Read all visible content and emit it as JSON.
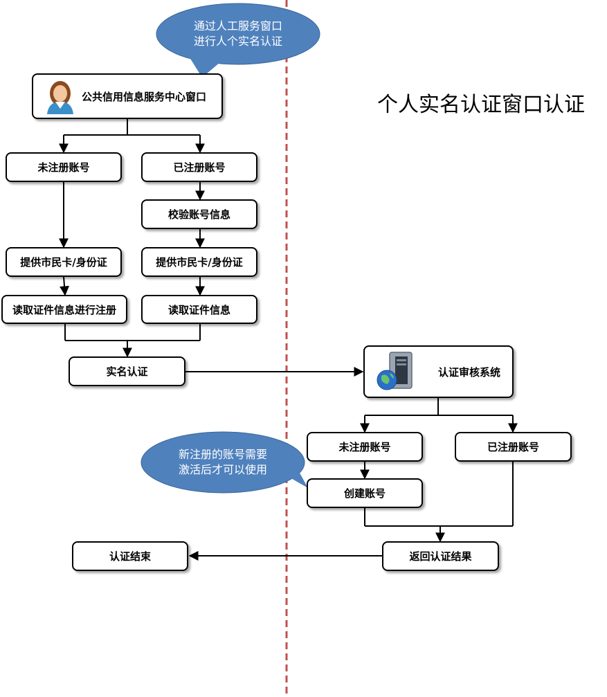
{
  "title": "个人实名认证窗口认证",
  "bubbles": {
    "top": {
      "line1": "通过人工服务窗口",
      "line2": "进行人个实名认证"
    },
    "mid": {
      "line1": "新注册的账号需要",
      "line2": "激活后才可以使用"
    }
  },
  "nodes": {
    "service_center": "公共信用信息服务中心窗口",
    "unregistered_left": "未注册账号",
    "registered_left": "已注册账号",
    "verify_account": "校验账号信息",
    "provide_card_left": "提供市民卡/身份证",
    "provide_card_right": "提供市民卡/身份证",
    "read_and_register": "读取证件信息进行注册",
    "read_info": "读取证件信息",
    "real_name_auth": "实名认证",
    "audit_system": "认证审核系统",
    "unregistered_right": "未注册账号",
    "registered_right": "已注册账号",
    "create_account": "创建账号",
    "return_result": "返回认证结果",
    "auth_end": "认证结束"
  },
  "colors": {
    "bubble": "#4f81bd",
    "divider": "#c0504d",
    "line": "#000000"
  },
  "icons": {
    "person": "person-icon",
    "server": "server-globe-icon"
  }
}
